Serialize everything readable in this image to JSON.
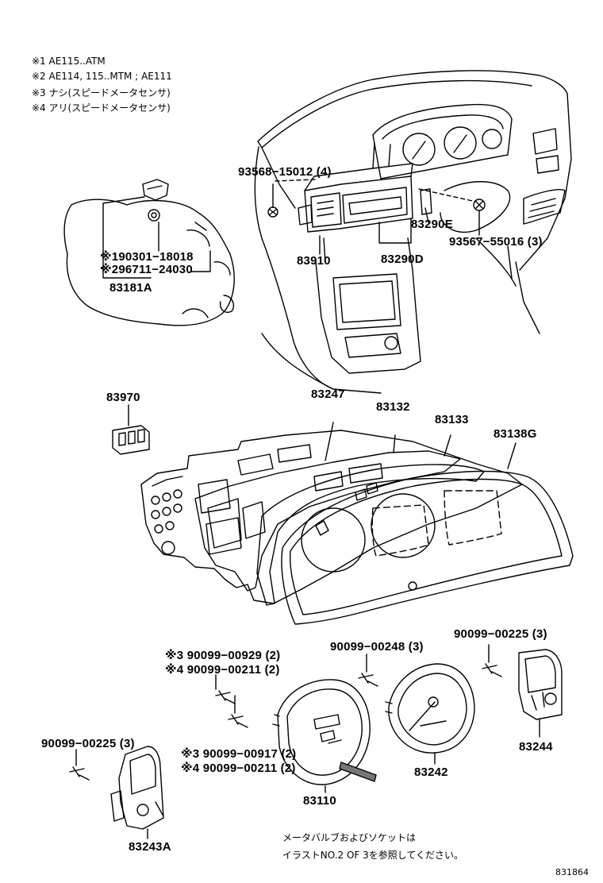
{
  "notes": [
    "※1 AE115..ATM",
    "※2 AE114, 115..MTM ; AE111",
    "※3 ナシ(スピードメータセンサ)",
    "※4 アリ(スピードメータセンサ)"
  ],
  "labels": {
    "p93568": "93568−15012 (4)",
    "p83290E": "83290E",
    "p93567": "93567−55016 (3)",
    "p83910": "83910",
    "p83290D": "83290D",
    "p90301": "※190301−18018",
    "p96711": "※296711−24030",
    "p83181A": "83181A",
    "p83970": "83970",
    "p83247": "83247",
    "p83132": "83132",
    "p83133": "83133",
    "p83138G": "83138G",
    "p900248": "90099−00248 (3)",
    "p900225a": "90099−00225 (3)",
    "p900929": "※3 90099−00929 (2)",
    "p900211a": "※4 90099−00211 (2)",
    "p900225b": "90099−00225 (3)",
    "p900917": "※3 90099−00917 (2)",
    "p900211b": "※4 90099−00211 (2)",
    "p83242": "83242",
    "p83244": "83244",
    "p83110": "83110",
    "p83243A": "83243A"
  },
  "footer": {
    "line1": "メータバルブおよびソケットは",
    "line2": "イラストNO.2 OF 3を参照してください。",
    "code": "831864"
  }
}
